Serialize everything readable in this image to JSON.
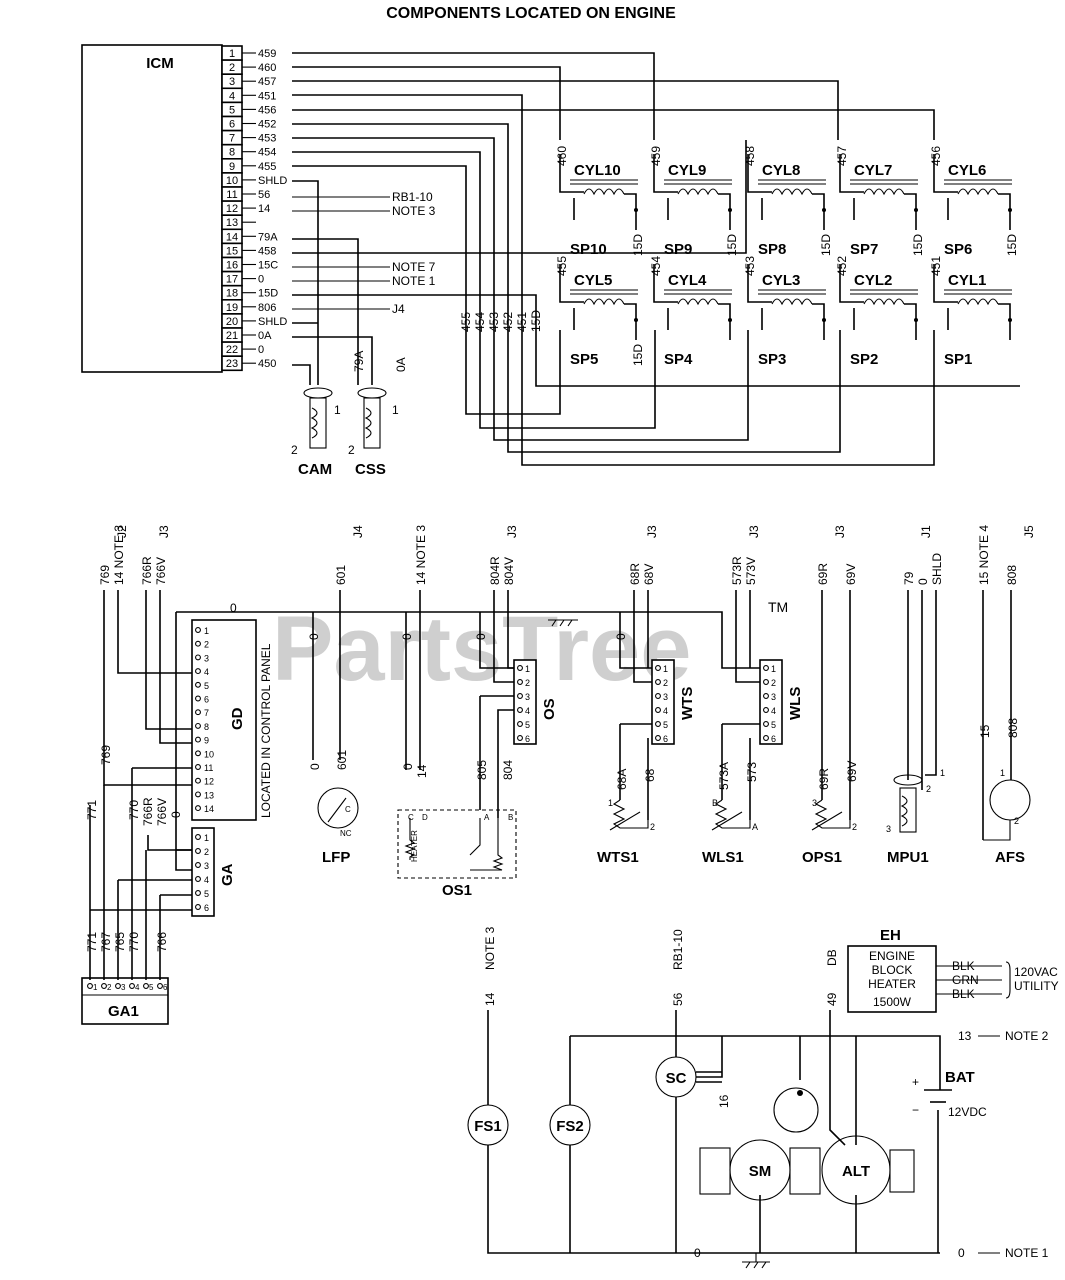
{
  "title": "COMPONENTS LOCATED ON ENGINE",
  "watermark": "PartsTree",
  "watermark_tm": "TM",
  "icm": {
    "label": "ICM",
    "pins": [
      {
        "pin": "1",
        "wire": "459"
      },
      {
        "pin": "2",
        "wire": "460"
      },
      {
        "pin": "3",
        "wire": "457"
      },
      {
        "pin": "4",
        "wire": "451"
      },
      {
        "pin": "5",
        "wire": "456"
      },
      {
        "pin": "6",
        "wire": "452"
      },
      {
        "pin": "7",
        "wire": "453"
      },
      {
        "pin": "8",
        "wire": "454"
      },
      {
        "pin": "9",
        "wire": "455"
      },
      {
        "pin": "10",
        "wire": "SHLD"
      },
      {
        "pin": "11",
        "wire": "56"
      },
      {
        "pin": "12",
        "wire": "14"
      },
      {
        "pin": "13",
        "wire": ""
      },
      {
        "pin": "14",
        "wire": "79A"
      },
      {
        "pin": "15",
        "wire": "458"
      },
      {
        "pin": "16",
        "wire": "15C"
      },
      {
        "pin": "17",
        "wire": "0"
      },
      {
        "pin": "18",
        "wire": "15D"
      },
      {
        "pin": "19",
        "wire": "806"
      },
      {
        "pin": "20",
        "wire": "SHLD"
      },
      {
        "pin": "21",
        "wire": "0A"
      },
      {
        "pin": "22",
        "wire": "0"
      },
      {
        "pin": "23",
        "wire": "450"
      }
    ],
    "notes": {
      "rb": "RB1-10",
      "n3": "NOTE 3",
      "n7": "NOTE 7",
      "n1": "NOTE 1",
      "j4": "J4"
    }
  },
  "cylinders": [
    {
      "name": "CYL10",
      "plug": "SP10",
      "wire": "460",
      "common": "15D"
    },
    {
      "name": "CYL9",
      "plug": "SP9",
      "wire": "459",
      "common": "15D"
    },
    {
      "name": "CYL8",
      "plug": "SP8",
      "wire": "458",
      "common": "15D"
    },
    {
      "name": "CYL7",
      "plug": "SP7",
      "wire": "457",
      "common": "15D"
    },
    {
      "name": "CYL6",
      "plug": "SP6",
      "wire": "456",
      "common": "15D"
    },
    {
      "name": "CYL5",
      "plug": "SP5",
      "wire": "455",
      "common": "15D"
    },
    {
      "name": "CYL4",
      "plug": "SP4",
      "wire": "454",
      "common": ""
    },
    {
      "name": "CYL3",
      "plug": "SP3",
      "wire": "453",
      "common": ""
    },
    {
      "name": "CYL2",
      "plug": "SP2",
      "wire": "452",
      "common": ""
    },
    {
      "name": "CYL1",
      "plug": "SP1",
      "wire": "451",
      "common": ""
    }
  ],
  "bundle_labels": [
    "455",
    "454",
    "453",
    "452",
    "451",
    "15D"
  ],
  "cam": {
    "label": "CAM",
    "pin1": "1",
    "pin2": "2"
  },
  "css": {
    "label": "CSS",
    "w1": "79A",
    "w2": "0A",
    "pin1": "1",
    "pin2": "2"
  },
  "mid": {
    "ground_wire": "0",
    "headers": [
      {
        "w": "769",
        "c": "J2"
      },
      {
        "w": "14 NOTE 3",
        "c": ""
      },
      {
        "w": "766R",
        "c": "J3"
      },
      {
        "w": "766V",
        "c": ""
      },
      {
        "w": "601",
        "c": "J4"
      },
      {
        "w": "14 NOTE 3",
        "c": ""
      },
      {
        "w": "804R",
        "c": "J3"
      },
      {
        "w": "804V",
        "c": ""
      },
      {
        "w": "68R",
        "c": "J3"
      },
      {
        "w": "68V",
        "c": ""
      },
      {
        "w": "573R",
        "c": "J3"
      },
      {
        "w": "573V",
        "c": ""
      },
      {
        "w": "69R",
        "c": "J3"
      },
      {
        "w": "69V",
        "c": ""
      },
      {
        "w": "79",
        "c": "J1"
      },
      {
        "w": "0",
        "c": ""
      },
      {
        "w": "SHLD",
        "c": ""
      },
      {
        "w": "15 NOTE 4",
        "c": ""
      },
      {
        "w": "808",
        "c": "J5"
      }
    ],
    "gd": {
      "label": "GD",
      "side": "LOCATED IN CONTROL PANEL",
      "pins": [
        "1",
        "2",
        "3",
        "4",
        "5",
        "6",
        "7",
        "8",
        "9",
        "10",
        "11",
        "12",
        "13",
        "14"
      ]
    },
    "ga": {
      "label": "GA",
      "pins": [
        "1",
        "2",
        "3",
        "4",
        "5",
        "6"
      ]
    },
    "ga1": {
      "label": "GA1",
      "pins": [
        "1",
        "2",
        "3",
        "4",
        "5",
        "6"
      ]
    },
    "gd_wires": [
      "769",
      "771",
      "770",
      "766R",
      "766V",
      "0"
    ],
    "ga1_wires": [
      "771",
      "767",
      "765",
      "770",
      "766"
    ],
    "os": {
      "label": "OS",
      "pins": [
        "1",
        "2",
        "3",
        "4",
        "5",
        "6"
      ]
    },
    "wts": {
      "label": "WTS",
      "pins": [
        "1",
        "2",
        "3",
        "4",
        "5",
        "6"
      ]
    },
    "wls": {
      "label": "WLS",
      "pins": [
        "1",
        "2",
        "3",
        "4",
        "5",
        "6"
      ]
    },
    "lfp": {
      "label": "LFP",
      "w1": "0",
      "w2": "601",
      "c": "C",
      "nc": "NC"
    },
    "os1": {
      "label": "OS1",
      "w1": "0",
      "w2": "14",
      "w3": "805",
      "w4": "804",
      "heater": "HEATER",
      "c": "C",
      "d": "D",
      "a": "A",
      "b": "B"
    },
    "wts1": {
      "label": "WTS1",
      "w1": "68A",
      "w2": "68",
      "p1": "1",
      "p2": "2"
    },
    "wls1": {
      "label": "WLS1",
      "w1": "573A",
      "w2": "573",
      "pb": "B",
      "pa": "A"
    },
    "ops1": {
      "label": "OPS1",
      "w1": "69R",
      "w2": "69V",
      "p3": "3",
      "p2": "2"
    },
    "mpu1": {
      "label": "MPU1",
      "p1": "1",
      "p2": "2",
      "p3": "3"
    },
    "afs": {
      "label": "AFS",
      "w1": "15",
      "w2": "808",
      "p1": "1",
      "p2": "2"
    },
    "zero_labels": [
      "0",
      "0",
      "0",
      "0"
    ]
  },
  "power": {
    "eh": {
      "label": "EH",
      "text": [
        "ENGINE",
        "BLOCK",
        "HEATER",
        "1500W"
      ],
      "wires": [
        "BLK",
        "GRN",
        "BLK"
      ],
      "utility": [
        "120VAC",
        "UTILITY"
      ]
    },
    "fs1": "FS1",
    "fs2": "FS2",
    "sc": "SC",
    "sm": "SM",
    "alt": "ALT",
    "bat": "BAT",
    "bat_v": "12VDC",
    "plus": "+",
    "minus": "−",
    "wires": {
      "n3": "NOTE 3",
      "rb": "RB1-10",
      "db": "DB",
      "w14": "14",
      "w56": "56",
      "w49": "49",
      "w16": "16",
      "w13": "13",
      "w0a": "0",
      "w0b": "0"
    },
    "notes": {
      "n2": "NOTE 2",
      "n1": "NOTE 1"
    }
  }
}
